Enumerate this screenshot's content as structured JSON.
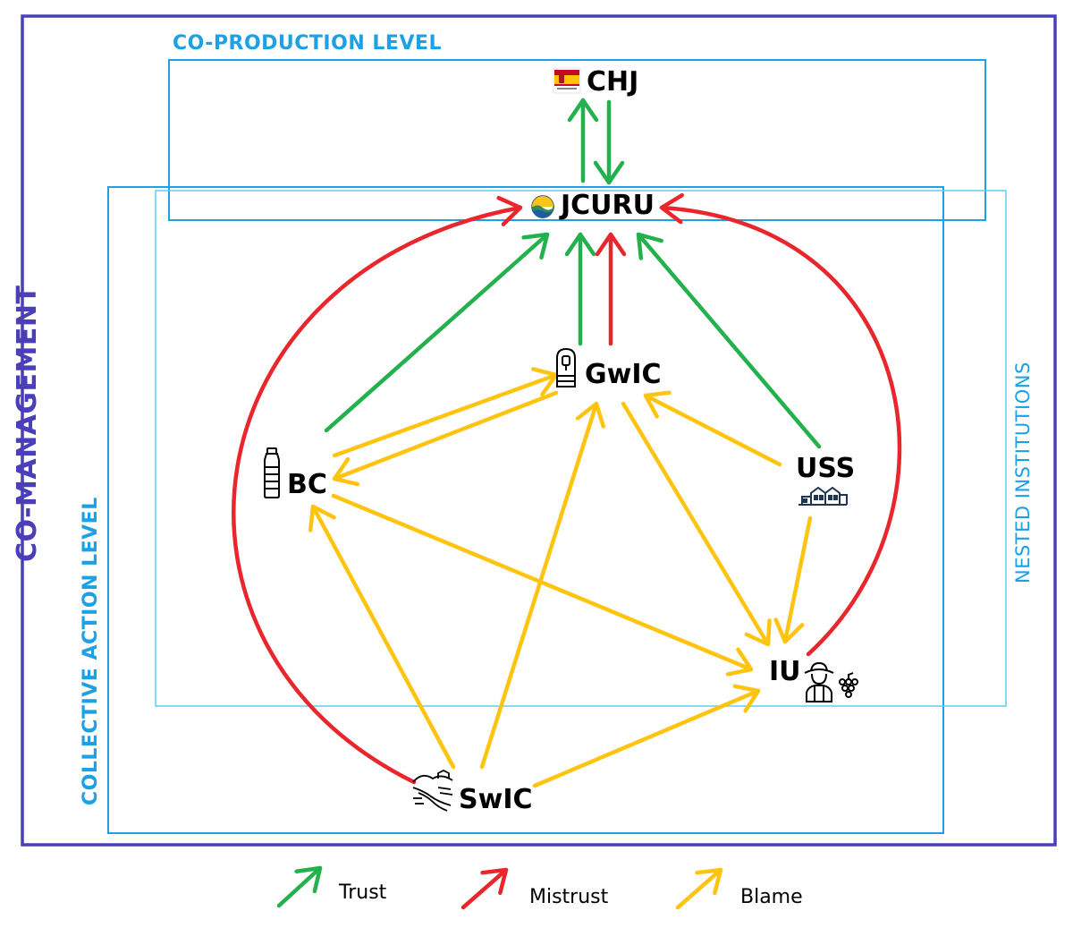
{
  "colors": {
    "trust": "#22b14c",
    "mistrust": "#e8262b",
    "blame": "#ffc410",
    "outer_border": "#4a3fb8",
    "level_border": "#1ea0e6",
    "nested_border": "#5ccfef"
  },
  "frames": {
    "outer_label": "CO-MANAGEMENT",
    "coproduction_label": "CO-PRODUCTION LEVEL",
    "collective_label": "COLLECTIVE ACTION LEVEL",
    "nested_label": "NESTED INSTITUTIONS"
  },
  "nodes": {
    "chj": "CHJ",
    "jcuru": "JCURU",
    "gwic": "GwIC",
    "bc": "BC",
    "uss": "USS",
    "iu": "IU",
    "swic": "SwIC"
  },
  "icons": {
    "chj": "spain-coat-of-arms-icon",
    "jcuru": "jcuru-logo-icon",
    "gwic": "well-pump-icon",
    "bc": "water-bottle-icon",
    "uss": "urban-houses-icon",
    "iu": "farmer-grapes-icon",
    "swic": "river-landscape-icon"
  },
  "legend": [
    {
      "label": "Trust",
      "type": "trust"
    },
    {
      "label": "Mistrust",
      "type": "mistrust"
    },
    {
      "label": "Blame",
      "type": "blame"
    }
  ],
  "relations": [
    {
      "from": "jcuru",
      "to": "chj",
      "type": "trust"
    },
    {
      "from": "chj",
      "to": "jcuru",
      "type": "trust"
    },
    {
      "from": "gwic",
      "to": "jcuru",
      "type": "trust"
    },
    {
      "from": "gwic",
      "to": "jcuru",
      "type": "mistrust"
    },
    {
      "from": "bc",
      "to": "jcuru",
      "type": "trust"
    },
    {
      "from": "uss",
      "to": "jcuru",
      "type": "trust"
    },
    {
      "from": "swic",
      "to": "jcuru",
      "type": "mistrust"
    },
    {
      "from": "iu",
      "to": "jcuru",
      "type": "mistrust"
    },
    {
      "from": "bc",
      "to": "gwic",
      "type": "blame"
    },
    {
      "from": "gwic",
      "to": "bc",
      "type": "blame"
    },
    {
      "from": "uss",
      "to": "gwic",
      "type": "blame"
    },
    {
      "from": "swic",
      "to": "gwic",
      "type": "blame"
    },
    {
      "from": "gwic",
      "to": "iu",
      "type": "blame"
    },
    {
      "from": "bc",
      "to": "iu",
      "type": "blame"
    },
    {
      "from": "uss",
      "to": "iu",
      "type": "blame"
    },
    {
      "from": "swic",
      "to": "bc",
      "type": "blame"
    },
    {
      "from": "swic",
      "to": "iu",
      "type": "blame"
    }
  ]
}
